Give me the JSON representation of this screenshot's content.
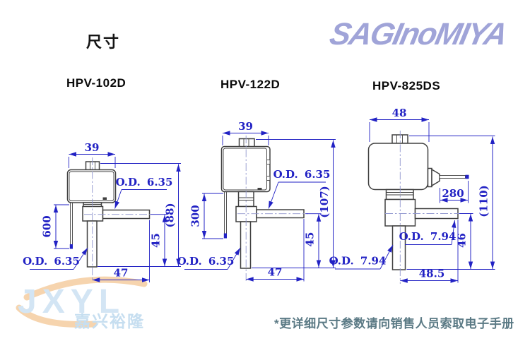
{
  "header": {
    "title": "尺寸",
    "logo_text": "SAGInoMIYA"
  },
  "models": [
    {
      "label": "HPV-102D",
      "dims": {
        "width_top": "39",
        "capillary_length": "600",
        "od_outlet": "O.D. 6.35",
        "od_inlet": "O.D. 6.35",
        "overall_height": "(88)",
        "outlet_height": "45",
        "width_bottom": "47"
      }
    },
    {
      "label": "HPV-122D",
      "dims": {
        "width_top": "39",
        "capillary_length": "300",
        "od_outlet": "O.D. 6.35",
        "od_inlet": "O.D. 6.35",
        "overall_height": "(107)",
        "outlet_height": "45",
        "width_bottom": "47"
      }
    },
    {
      "label": "HPV-825DS",
      "dims": {
        "width_top": "48",
        "cable_length": "280",
        "od_outlet": "O.D. 7.94",
        "od_inlet": "O.D. 7.94",
        "overall_height": "(110)",
        "outlet_height": "46",
        "width_bottom": "48.5"
      }
    }
  ],
  "watermark": {
    "latin": "JXYL",
    "cjk": "嘉兴裕隆"
  },
  "footer": {
    "note": "*更详细尺寸参数请向销售人员索取电子手册"
  },
  "colors": {
    "dimension_blue": "#2222c4",
    "outline_gray": "#404040",
    "note_text": "#5b7a85",
    "logo_purple": "#a0a4d8",
    "watermark_blue": "#d3e5f4",
    "watermark_orange": "#f6d4ae"
  }
}
